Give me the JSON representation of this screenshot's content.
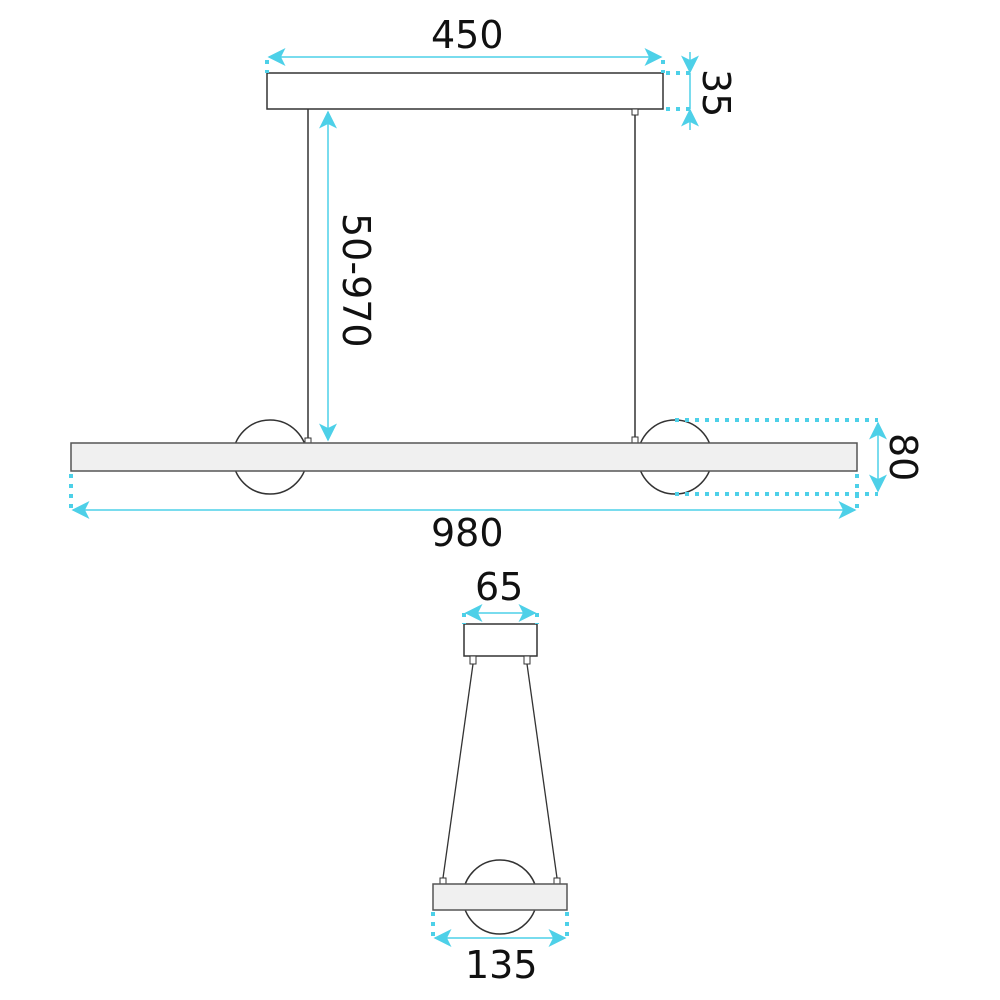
{
  "colors": {
    "dimension": "#4dd0e8",
    "outline": "#333333",
    "fill": "#f0f0f0",
    "text": "#111111"
  },
  "front_view": {
    "canopy": {
      "width_label": "450",
      "height_label": "35"
    },
    "suspension": {
      "length_label": "50-970"
    },
    "bar": {
      "length_label": "980",
      "height_label": "80"
    }
  },
  "side_view": {
    "canopy": {
      "width_label": "65"
    },
    "bar": {
      "width_label": "135"
    }
  }
}
